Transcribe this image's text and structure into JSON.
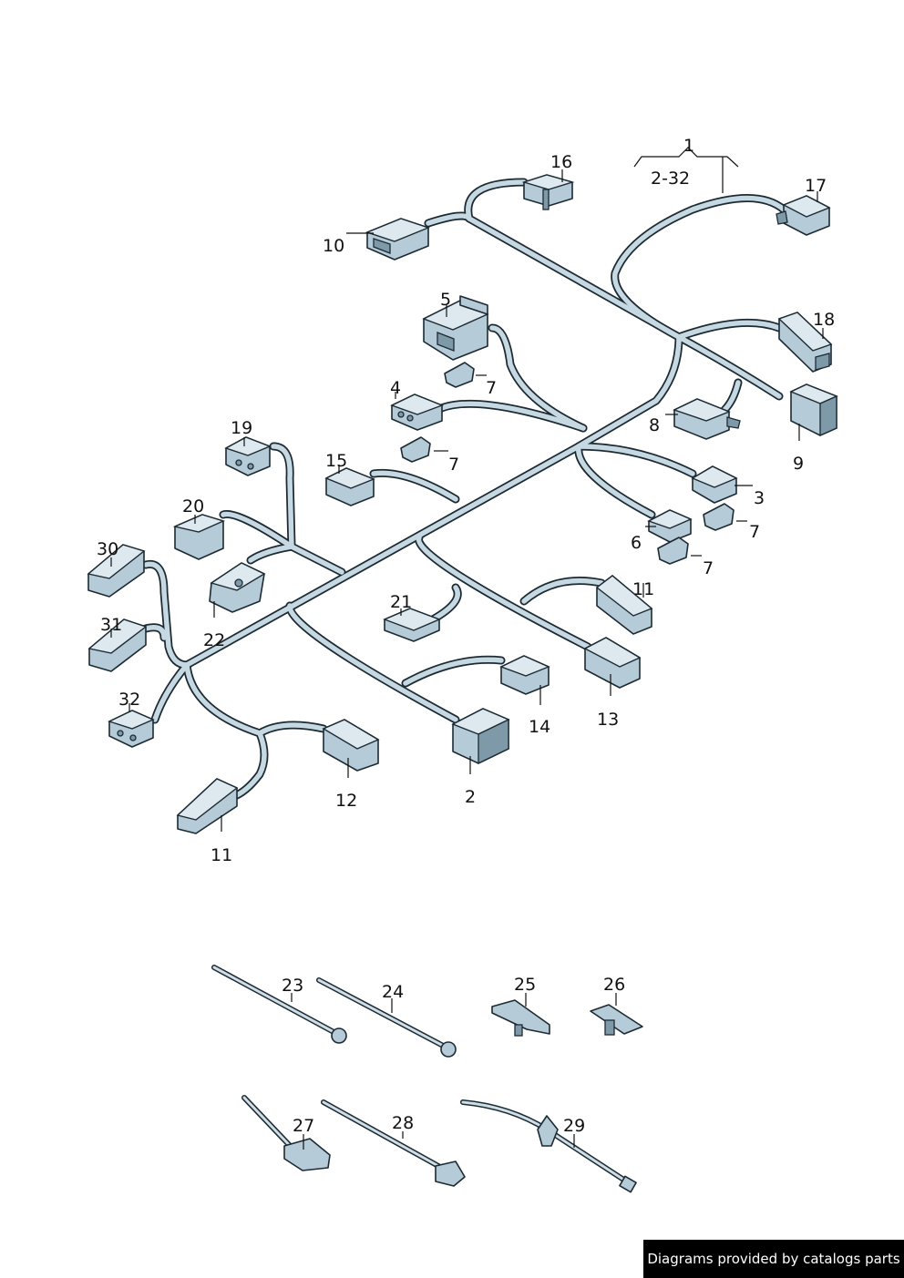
{
  "callouts": {
    "c1": "1",
    "c2_32": "2-32",
    "c16": "16",
    "c17": "17",
    "c10": "10",
    "c5": "5",
    "c18": "18",
    "c7a": "7",
    "c4": "4",
    "c7b": "7",
    "c8": "8",
    "c9": "9",
    "c19": "19",
    "c15": "15",
    "c3": "3",
    "c7c": "7",
    "c6": "6",
    "c7d": "7",
    "c20": "20",
    "c30": "30",
    "c11a": "11",
    "c21": "21",
    "c31": "31",
    "c22": "22",
    "c13": "13",
    "c32": "32",
    "c14": "14",
    "c12": "12",
    "c2": "2",
    "c11b": "11",
    "c23": "23",
    "c24": "24",
    "c25": "25",
    "c26": "26",
    "c27": "27",
    "c28": "28",
    "c29": "29"
  },
  "footer": {
    "credit": "Diagrams provided by catalogs parts"
  }
}
